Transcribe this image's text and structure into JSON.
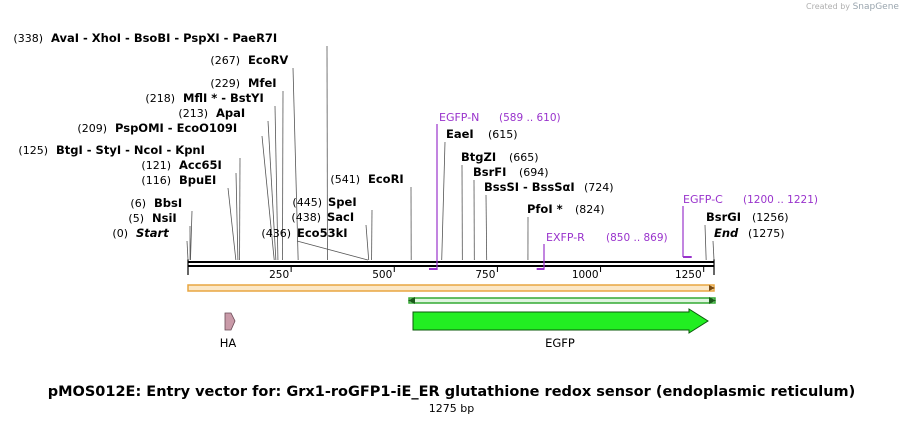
{
  "credit": {
    "prefix": "Created by",
    "brand": "SnapGene"
  },
  "title": "pMOS012E: Entry vector for: Grx1-roGFP1-iE_ER glutathione redox sensor (endoplasmic reticulum)",
  "length_label": "1275 bp",
  "sequence_length": 1275,
  "ruler": [
    {
      "label": "250",
      "value": 250
    },
    {
      "label": "500",
      "value": 500
    },
    {
      "label": "750",
      "value": 750
    },
    {
      "label": "1000",
      "value": 1000
    },
    {
      "label": "1250",
      "value": 1250
    }
  ],
  "enzymes": [
    {
      "pos": "(338)",
      "name": "AvaI  -  XhoI  -  BsoBI  -  PspXI  -  PaeR7I",
      "site": 338,
      "italic": false
    },
    {
      "pos": "(267)",
      "name": "EcoRV",
      "site": 267,
      "italic": false
    },
    {
      "pos": "(229)",
      "name": "MfeI",
      "site": 229,
      "italic": false
    },
    {
      "pos": "(218)",
      "name": "MflI *  -  BstYI",
      "site": 218,
      "italic": false
    },
    {
      "pos": "(213)",
      "name": "ApaI",
      "site": 213,
      "italic": false
    },
    {
      "pos": "(209)",
      "name": "PspOMI  -  EcoO109I",
      "site": 209,
      "italic": false
    },
    {
      "pos": "(125)",
      "name": "BtgI  -  StyI  -  NcoI  -  KpnI",
      "site": 125,
      "italic": false
    },
    {
      "pos": "(121)",
      "name": "Acc65I",
      "site": 121,
      "italic": false
    },
    {
      "pos": "(116)",
      "name": "BpuEI",
      "site": 116,
      "italic": false
    },
    {
      "pos": "(6)",
      "name": "BbsI",
      "site": 6,
      "italic": false
    },
    {
      "pos": "(5)",
      "name": "NsiI",
      "site": 5,
      "italic": false
    },
    {
      "pos": "(0)",
      "name": "Start",
      "site": 0,
      "italic": true
    },
    {
      "pos": "(445)",
      "name": "SpeI",
      "site": 445,
      "italic": false
    },
    {
      "pos": "(438)",
      "name": "SacI",
      "site": 438,
      "italic": false
    },
    {
      "pos": "(436)",
      "name": "Eco53kI",
      "site": 436,
      "italic": false
    },
    {
      "pos": "(541)",
      "name": "EcoRI",
      "site": 541,
      "italic": false
    },
    {
      "pos": "(615)",
      "name": "EaeI",
      "site": 615,
      "italic": false
    },
    {
      "pos": "(665)",
      "name": "BtgZI",
      "site": 665,
      "italic": false
    },
    {
      "pos": "(694)",
      "name": "BsrFI",
      "site": 694,
      "italic": false
    },
    {
      "pos": "(724)",
      "name": "BssSI  -  BssSαI",
      "site": 724,
      "italic": false
    },
    {
      "pos": "(824)",
      "name": "PfoI *",
      "site": 824,
      "italic": false
    },
    {
      "pos": "(1256)",
      "name": "BsrGI",
      "site": 1256,
      "italic": false
    },
    {
      "pos": "(1275)",
      "name": "End",
      "site": 1275,
      "italic": true
    }
  ],
  "primers": [
    {
      "name": "EGFP-N",
      "range": "(589 .. 610)",
      "start": 589,
      "end": 610,
      "direction": "forward"
    },
    {
      "name": "EXFP-R",
      "range": "(850 .. 869)",
      "start": 850,
      "end": 869,
      "direction": "reverse"
    },
    {
      "name": "EGFP-C",
      "range": "(1200 .. 1221)",
      "start": 1200,
      "end": 1221,
      "direction": "forward"
    }
  ],
  "features": [
    {
      "name": "HA",
      "start": 85,
      "end": 112,
      "color": "#c99aa8"
    },
    {
      "name": "EGFP",
      "start": 545,
      "end": 1265,
      "color": "#22ee22"
    }
  ],
  "colors": {
    "primer": "#9933cc",
    "orf_full": "#e8a640",
    "orf_egfp": "#33aa33",
    "backbone": "#000000"
  }
}
